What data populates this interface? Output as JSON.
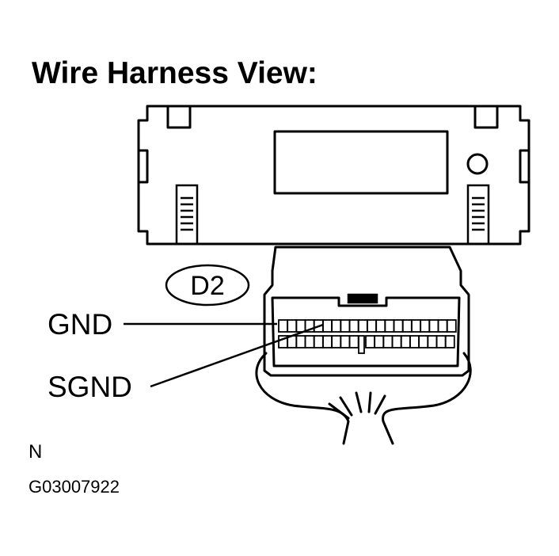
{
  "title": "Wire Harness View:",
  "connector_code": "D2",
  "pins": {
    "gnd": "GND",
    "sgnd": "SGND"
  },
  "corner_mark": "N",
  "figure_id": "G03007922"
}
